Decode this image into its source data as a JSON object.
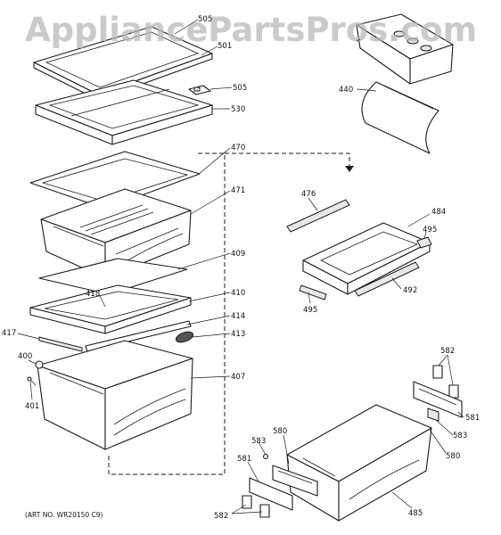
{
  "watermark": "AppliancePartsPros.com",
  "art_number": "(ART NO. WR20150 C9)",
  "callouts": {
    "c505a": "505",
    "c501": "501",
    "c505b": "505",
    "c530": "530",
    "c470": "470",
    "c471": "471",
    "c409": "409",
    "c418": "418",
    "c410": "410",
    "c414": "414",
    "c417": "417",
    "c413": "413",
    "c400": "400",
    "c401": "401",
    "c407": "407",
    "c440": "440",
    "c476": "476",
    "c484": "484",
    "c495a": "495",
    "c495b": "495",
    "c492": "492",
    "c582a": "582",
    "c581a": "581",
    "c583a": "583",
    "c580a": "580",
    "c580b": "580",
    "c583b": "583",
    "c581b": "581",
    "c582b": "582",
    "c485": "485"
  }
}
